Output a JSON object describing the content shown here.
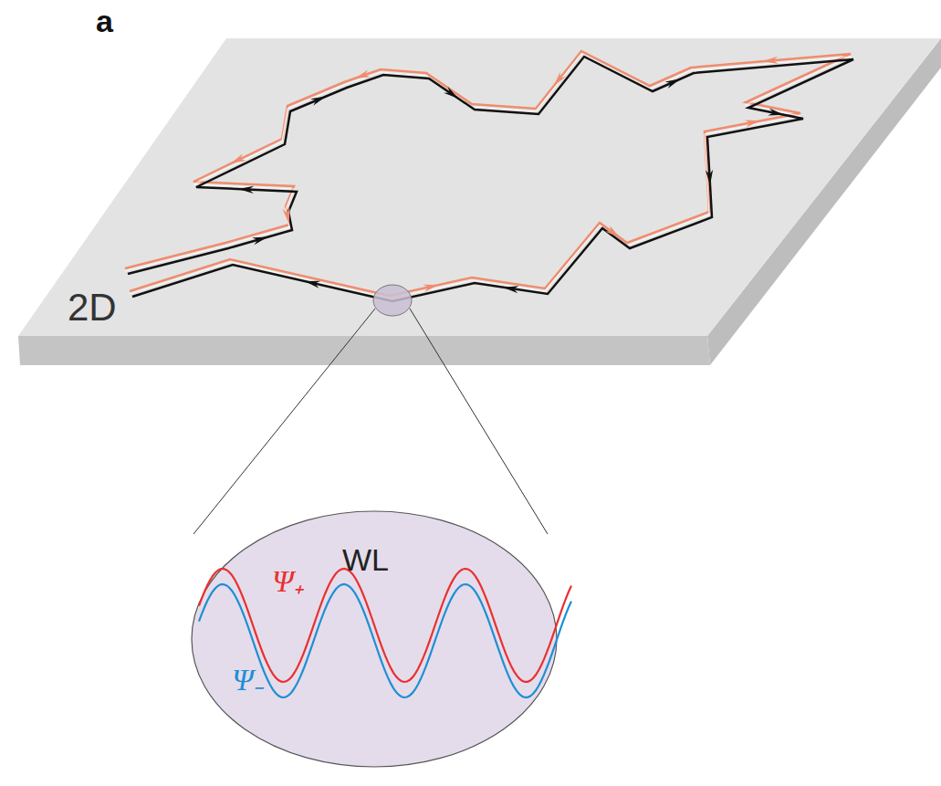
{
  "diagram": {
    "nodes": [
      {
        "text": [
          "2D"
        ]
      },
      {
        "text": [
          "WL",
          "Ψ₊",
          "Ψ₋"
        ]
      }
    ],
    "labels": [
      "a"
    ]
  }
}
